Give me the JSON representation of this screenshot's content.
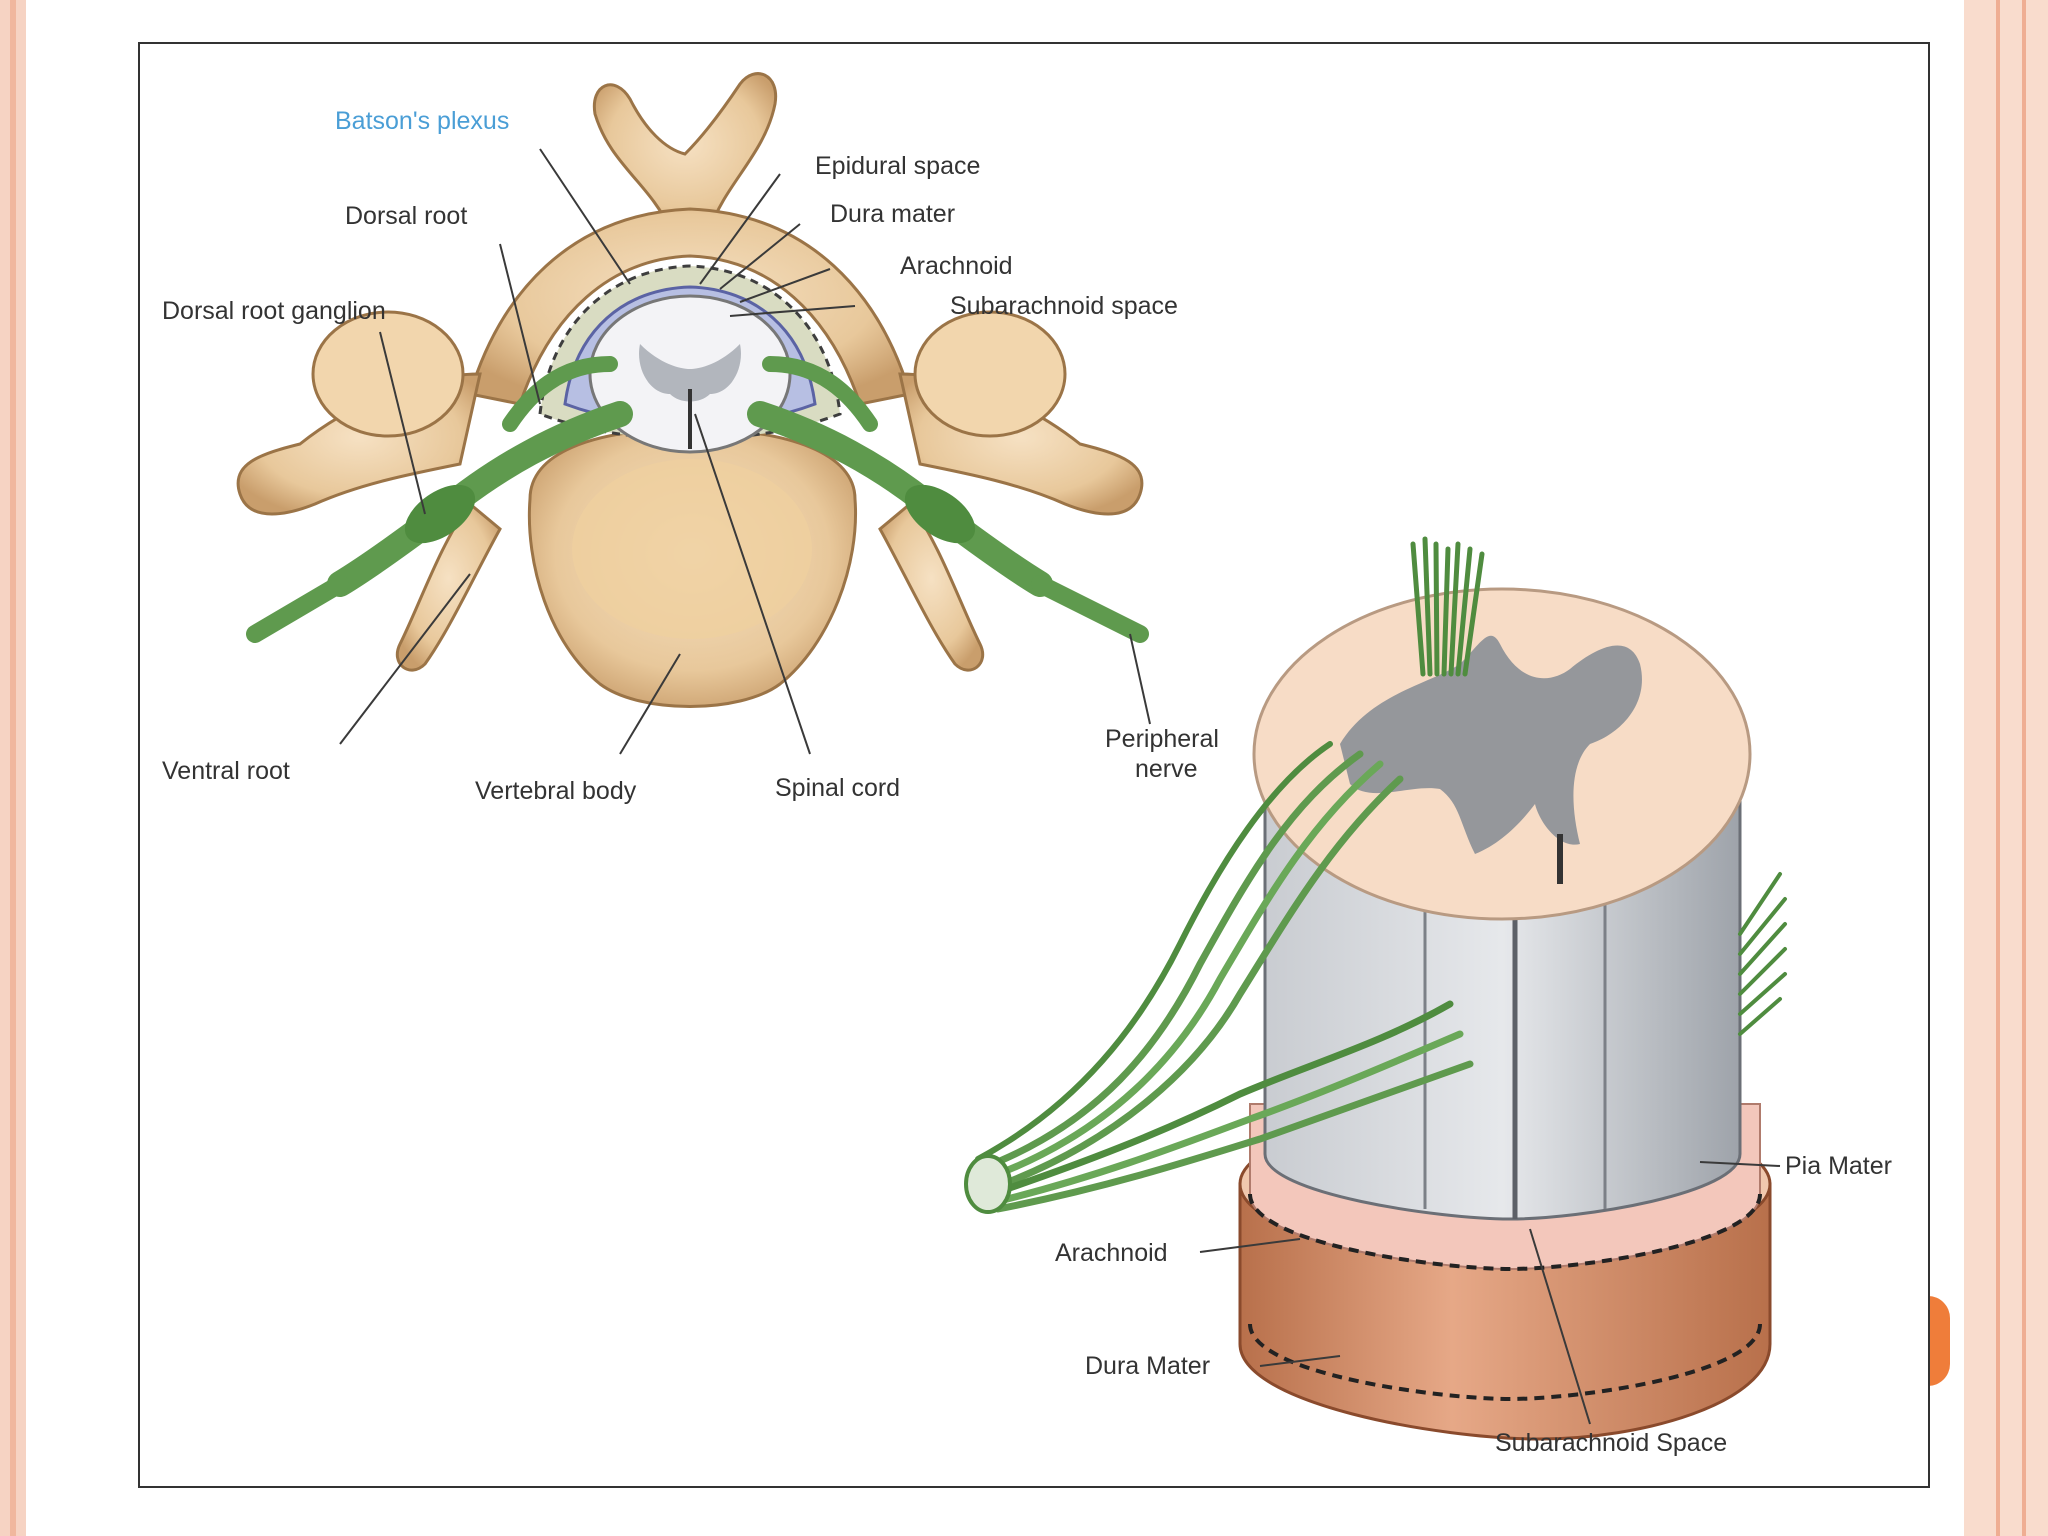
{
  "colors": {
    "bone": "#e8c89b",
    "nerve": "#5f9a4e",
    "grey_matter": "#8a8f96",
    "white_matter": "#f7dcc6",
    "dura": "#d69773",
    "label_text": "#333333",
    "label_accent": "#4a9ed6",
    "slide_accent": "#ef7d3a"
  },
  "cross_section": {
    "labels": {
      "batsons_plexus": "Batson's plexus",
      "epidural_space": "Epidural space",
      "dura_mater": "Dura mater",
      "arachnoid": "Arachnoid",
      "subarachnoid_space": "Subarachnoid space",
      "dorsal_root": "Dorsal root",
      "dorsal_root_ganglion": "Dorsal root ganglion",
      "ventral_root": "Ventral root",
      "vertebral_body": "Vertebral body",
      "spinal_cord": "Spinal cord",
      "peripheral_nerve_line1": "Peripheral",
      "peripheral_nerve_line2": "nerve"
    }
  },
  "cord_3d": {
    "labels": {
      "pia_mater": "Pia Mater",
      "arachnoid": "Arachnoid",
      "dura_mater": "Dura Mater",
      "subarachnoid_space": "Subarachnoid Space"
    }
  }
}
